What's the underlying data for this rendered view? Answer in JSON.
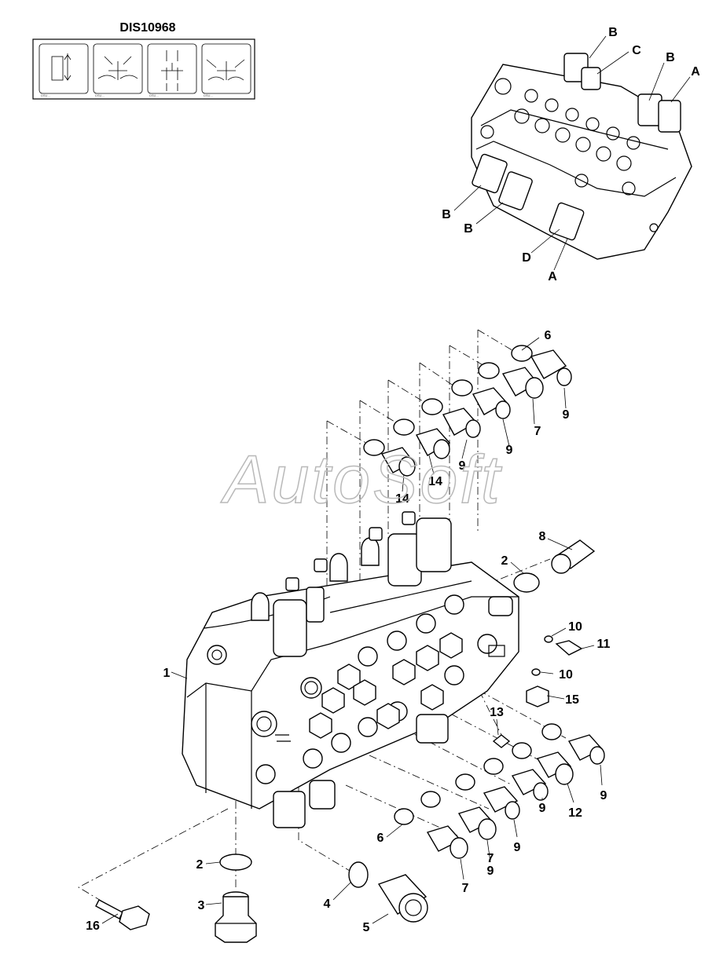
{
  "header": {
    "title": "DIS10968"
  },
  "watermark": {
    "text": "AutoSoft"
  },
  "decals": [
    {
      "icon": "control-panel-decal-icon"
    },
    {
      "icon": "excavator-controls-decal-icon"
    },
    {
      "icon": "control-arrows-decal-icon"
    },
    {
      "icon": "excavator-controls-decal-icon"
    }
  ],
  "overview_labels": [
    "B",
    "C",
    "B",
    "A",
    "B",
    "B",
    "D",
    "A"
  ],
  "callouts": [
    "6",
    "9",
    "7",
    "9",
    "9",
    "14",
    "14",
    "8",
    "2",
    "10",
    "11",
    "10",
    "15",
    "1",
    "13",
    "9",
    "12",
    "9",
    "9",
    "9",
    "7",
    "7",
    "6",
    "2",
    "3",
    "4",
    "5",
    "16"
  ]
}
